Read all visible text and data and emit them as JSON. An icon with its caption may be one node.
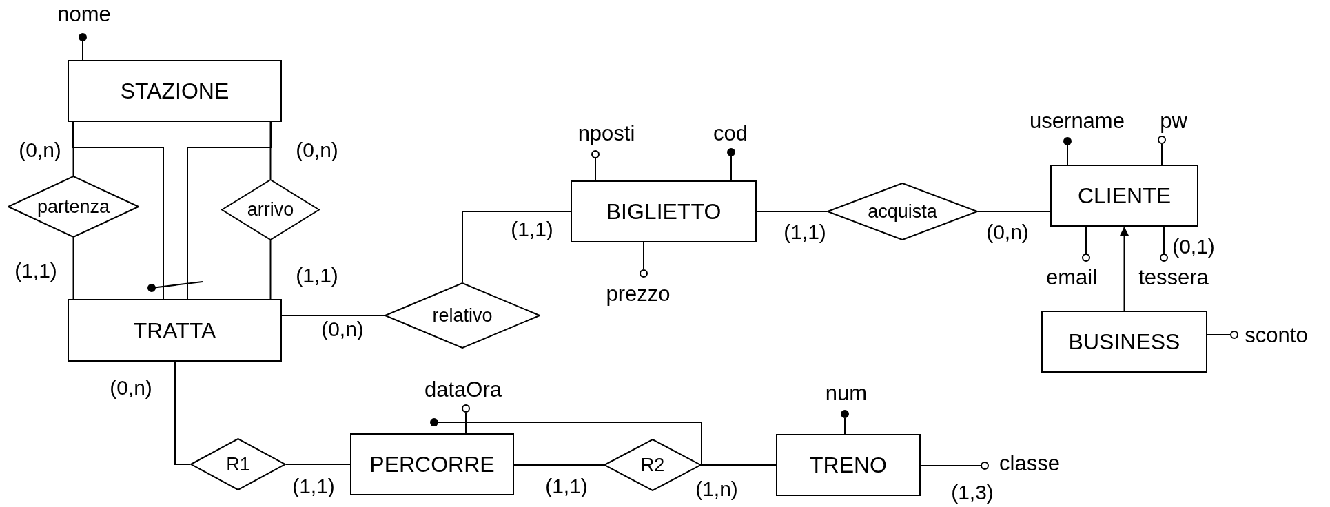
{
  "diagram": {
    "nodes": [
      {
        "text": [],
        "shape": "dot",
        "beside": [
          "nome"
        ]
      },
      {
        "text": [
          "STAZIONE"
        ]
      },
      {
        "text": [
          "partenza"
        ]
      },
      {
        "text": [
          "arrivo"
        ]
      },
      {
        "text": [
          "TRATTA"
        ]
      },
      {
        "text": [],
        "shape": "circle",
        "beside": [
          "nposti"
        ]
      },
      {
        "text": [],
        "shape": "dot",
        "beside": [
          "cod"
        ]
      },
      {
        "text": [],
        "shape": "dot",
        "beside": [
          "username"
        ]
      },
      {
        "text": [],
        "shape": "circle",
        "beside": [
          "pw"
        ]
      },
      {
        "text": [
          "BIGLIETTO"
        ]
      },
      {
        "text": [
          "acquista"
        ]
      },
      {
        "text": [
          "CLIENTE"
        ]
      },
      {
        "text": [],
        "shape": "circle",
        "beside": [
          "prezzo"
        ]
      },
      {
        "text": [],
        "shape": "circle",
        "beside": [
          "email"
        ]
      },
      {
        "text": [],
        "shape": "circle",
        "beside": [
          "tessera"
        ]
      },
      {
        "text": [
          "relativo"
        ]
      },
      {
        "text": [
          "BUSINESS"
        ]
      },
      {
        "text": [],
        "shape": "circle",
        "beside": [
          "sconto"
        ]
      },
      {
        "text": [],
        "shape": "circle",
        "beside": [
          "dataOra"
        ]
      },
      {
        "text": [],
        "shape": "dot",
        "beside": [
          "num"
        ]
      },
      {
        "text": [
          "R1"
        ]
      },
      {
        "text": [
          "PERCORRE"
        ]
      },
      {
        "text": [
          "R2"
        ]
      },
      {
        "text": [
          "TRENO"
        ]
      },
      {
        "text": [],
        "shape": "circle",
        "beside": [
          "classe"
        ]
      }
    ],
    "edges": [
      {
        "from": 1,
        "to": 0,
        "arrow": "none"
      },
      {
        "from": 1,
        "to": 2,
        "arrow": "none",
        "label": "(0,n)"
      },
      {
        "from": 4,
        "to": 2,
        "arrow": "none",
        "label": "(1,1)"
      },
      {
        "from": 1,
        "to": 3,
        "arrow": "none",
        "label": "(0,n)"
      },
      {
        "from": 4,
        "to": 3,
        "arrow": "none",
        "label": "(1,1)"
      },
      {
        "from": 4,
        "to": 15,
        "arrow": "none",
        "label": "(0,n)"
      },
      {
        "from": 9,
        "to": 15,
        "arrow": "none",
        "label": "(1,1)"
      },
      {
        "from": 9,
        "to": 10,
        "arrow": "none",
        "label": "(1,1)"
      },
      {
        "from": 11,
        "to": 10,
        "arrow": "none",
        "label": "(0,n)"
      },
      {
        "from": 9,
        "to": 5,
        "arrow": "none"
      },
      {
        "from": 9,
        "to": 6,
        "arrow": "none"
      },
      {
        "from": 9,
        "to": 12,
        "arrow": "none"
      },
      {
        "from": 11,
        "to": 7,
        "arrow": "none"
      },
      {
        "from": 11,
        "to": 8,
        "arrow": "none"
      },
      {
        "from": 11,
        "to": 13,
        "arrow": "none"
      },
      {
        "from": 11,
        "to": 14,
        "arrow": "none",
        "label": "(0,1)"
      },
      {
        "from": 16,
        "to": 11,
        "arrow": "to"
      },
      {
        "from": 16,
        "to": 17,
        "arrow": "none"
      },
      {
        "from": 4,
        "to": 20,
        "arrow": "none",
        "label": "(0,n)"
      },
      {
        "from": 21,
        "to": 20,
        "arrow": "none",
        "label": "(1,1)"
      },
      {
        "from": 21,
        "to": 22,
        "arrow": "none",
        "label": "(1,1)"
      },
      {
        "from": 23,
        "to": 22,
        "arrow": "none",
        "label": "(1,n)"
      },
      {
        "from": 21,
        "to": 18,
        "arrow": "none"
      },
      {
        "from": 23,
        "to": 19,
        "arrow": "none"
      },
      {
        "from": 23,
        "to": 24,
        "arrow": "none",
        "label": "(1,3)"
      },
      {
        "from": 1,
        "to": 4,
        "arrow": "none"
      },
      {
        "from": 1,
        "to": 4,
        "arrow": "none"
      }
    ]
  }
}
